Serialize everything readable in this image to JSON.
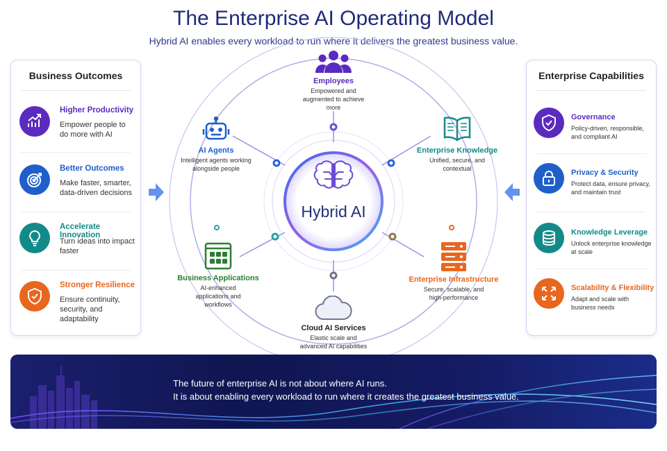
{
  "title": "The Enterprise AI Operating Model",
  "subtitle": "Hybrid AI enables every workload to run where it delivers the greatest business value.",
  "left_panel": {
    "title": "Business Outcomes",
    "items": [
      {
        "title": "Higher Productivity",
        "desc": "Empower people to do more with AI",
        "icon": "chart-growth-icon",
        "color": "#5b2bbf"
      },
      {
        "title": "Better Outcomes",
        "desc": "Make faster, smarter, data-driven decisions",
        "icon": "target-icon",
        "color": "#1f5fc9"
      },
      {
        "title": "Accelerate Innovation",
        "desc": "Turn ideas into impact faster",
        "icon": "lightbulb-icon",
        "color": "#138a8a"
      },
      {
        "title": "Stronger Resilience",
        "desc": "Ensure continuity, security, and adaptability",
        "icon": "shield-check-icon",
        "color": "#e8661e"
      }
    ]
  },
  "right_panel": {
    "title": "Enterprise Capabilities",
    "items": [
      {
        "title": "Governance",
        "desc": "Policy-driven, responsible, and compliant AI",
        "icon": "shield-check-icon",
        "color": "#5b2bbf"
      },
      {
        "title": "Privacy & Security",
        "desc": "Protect data, ensure privacy, and maintain trust",
        "icon": "lock-icon",
        "color": "#1f5fc9"
      },
      {
        "title": "Knowledge Leverage",
        "desc": "Unlock enterprise knowledge at scale",
        "icon": "database-icon",
        "color": "#138a8a"
      },
      {
        "title": "Scalability & Flexibility",
        "desc": "Adapt and scale with business needs",
        "icon": "expand-arrows-icon",
        "color": "#e8661e"
      }
    ]
  },
  "hub": {
    "label": "Hybrid AI",
    "icon": "brain-circuit-icon"
  },
  "nodes": {
    "employees": {
      "title": "Employees",
      "desc": "Empowered and augmented to achieve more",
      "icon": "people-group-icon",
      "color": "#5b2bbf"
    },
    "ai_agents": {
      "title": "AI Agents",
      "desc": "Intelligent agents working alongside people",
      "icon": "robot-icon",
      "color": "#1f5fc9"
    },
    "enterprise_knowledge": {
      "title": "Enterprise Knowledge",
      "desc": "Unified, secure, and contextual",
      "icon": "open-book-icon",
      "color": "#138a8a"
    },
    "business_applications": {
      "title": "Business Applications",
      "desc": "AI-enhanced applications and workflows",
      "icon": "app-grid-icon",
      "color": "#2f7d32"
    },
    "enterprise_infrastructure": {
      "title": "Enterprise Infrastructure",
      "desc": "Secure, scalable, and high-performance",
      "icon": "server-stack-icon",
      "color": "#e8661e"
    },
    "cloud_ai_services": {
      "title": "Cloud AI Services",
      "desc": "Elastic scale and advanced AI capabilities",
      "icon": "cloud-icon",
      "color": "#222222"
    }
  },
  "banner": {
    "line1": "The future of enterprise AI is not about where AI runs.",
    "line2": "It is about enabling every workload to run where it creates the greatest business value."
  },
  "colors": {
    "navy": "#1f2a78",
    "purple": "#5b2bbf",
    "blue": "#1f5fc9",
    "teal": "#138a8a",
    "orange": "#e8661e",
    "green": "#2f7d32"
  }
}
